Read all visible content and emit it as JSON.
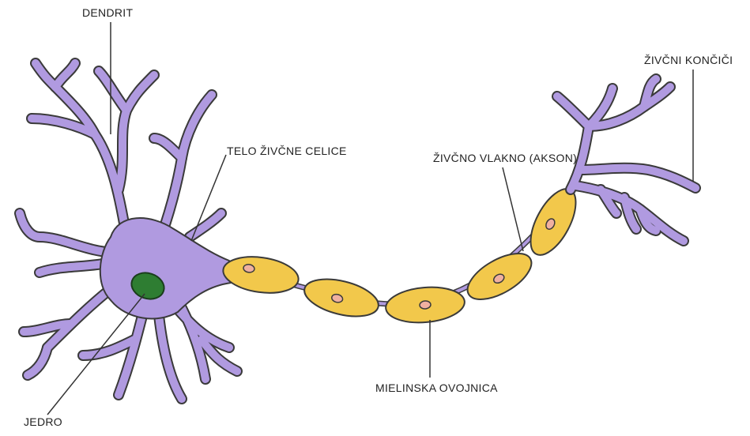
{
  "labels": {
    "dendrit": "DENDRIT",
    "telo": "TELO ŽIVČNE CELICE",
    "akson": "ŽIVČNO VLAKNO (AKSON)",
    "koncici": "ŽIVČNI KONČIČI",
    "mielinska": "MIELINSKA OVOJNICA",
    "jedro": "JEDRO"
  },
  "colors": {
    "cell_body": "#b09ae0",
    "outline": "#3a3a3a",
    "nucleus": "#2e7d32",
    "myelin": "#f2c84b",
    "myelin_nucleus": "#f0b0a0",
    "leader_line": "#333333"
  }
}
